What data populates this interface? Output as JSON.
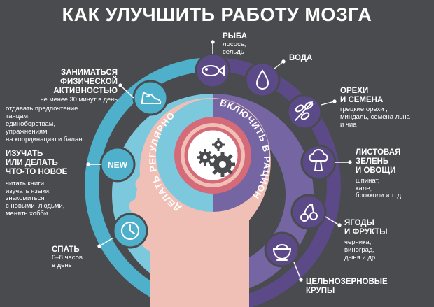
{
  "title": "КАК УЛУЧШИТЬ РАБОТУ МОЗГА",
  "ring": {
    "left_label": "ДЕЛАТЬ РЕГУЛЯРНО",
    "right_label": "ВКЛЮЧИТЬ В РАЦИОН",
    "new_badge": "NEW"
  },
  "colors": {
    "background": "#4a4b4f",
    "left_ring": "#4fb0cc",
    "right_ring": "#5b4a87",
    "head": "#f0bfb6",
    "accent": "#d56a79"
  },
  "items_right": [
    {
      "id": "fish",
      "icon": "fish-icon",
      "head": "РЫБА",
      "sub": "лосось,\nсельдь"
    },
    {
      "id": "water",
      "icon": "water-drop-icon",
      "head": "ВОДА",
      "sub": ""
    },
    {
      "id": "nuts",
      "icon": "seeds-icon",
      "head": "ОРЕХИ\nИ СЕМЕНА",
      "sub": "грецкие орехи ,\nминдаль, семена льна\nи чиа"
    },
    {
      "id": "greens",
      "icon": "broccoli-icon",
      "head": "ЛИСТОВАЯ\nЗЕЛЕНЬ\nИ ОВОЩИ",
      "sub": "шпинат,\nкале,\nброкколи и т. д."
    },
    {
      "id": "berries",
      "icon": "cherry-icon",
      "head": "ЯГОДЫ\nИ ФРУКТЫ",
      "sub": "черника,\nвиноград,\nдыня и др."
    },
    {
      "id": "grains",
      "icon": "bowl-icon",
      "head": "ЦЕЛЬНОЗЕРНОВЫЕ\nКРУПЫ",
      "sub": ""
    }
  ],
  "items_left": [
    {
      "id": "sport",
      "icon": "sneaker-icon",
      "head": "ЗАНИМАТЬСЯ\nФИЗИЧЕСКОЙ\nАКТИВНОСТЬЮ",
      "sub1": "не менее 30 минут в день",
      "sub2": "отдавать предпочтение\nтанцам,\nединоборствам,\nупражнениям\nна координацию и баланс"
    },
    {
      "id": "learn",
      "icon": "new-badge",
      "head": "ИЗУЧАТЬ\nИЛИ ДЕЛАТЬ\nЧТО-ТО НОВОЕ",
      "sub2": "читать книги,\nизучать языки,\nзнакомиться\nс новыми  людьми,\nменять хобби"
    },
    {
      "id": "sleep",
      "icon": "clock-icon",
      "head": "СПАТЬ",
      "sub2": "6–8 часов\nв день"
    }
  ]
}
